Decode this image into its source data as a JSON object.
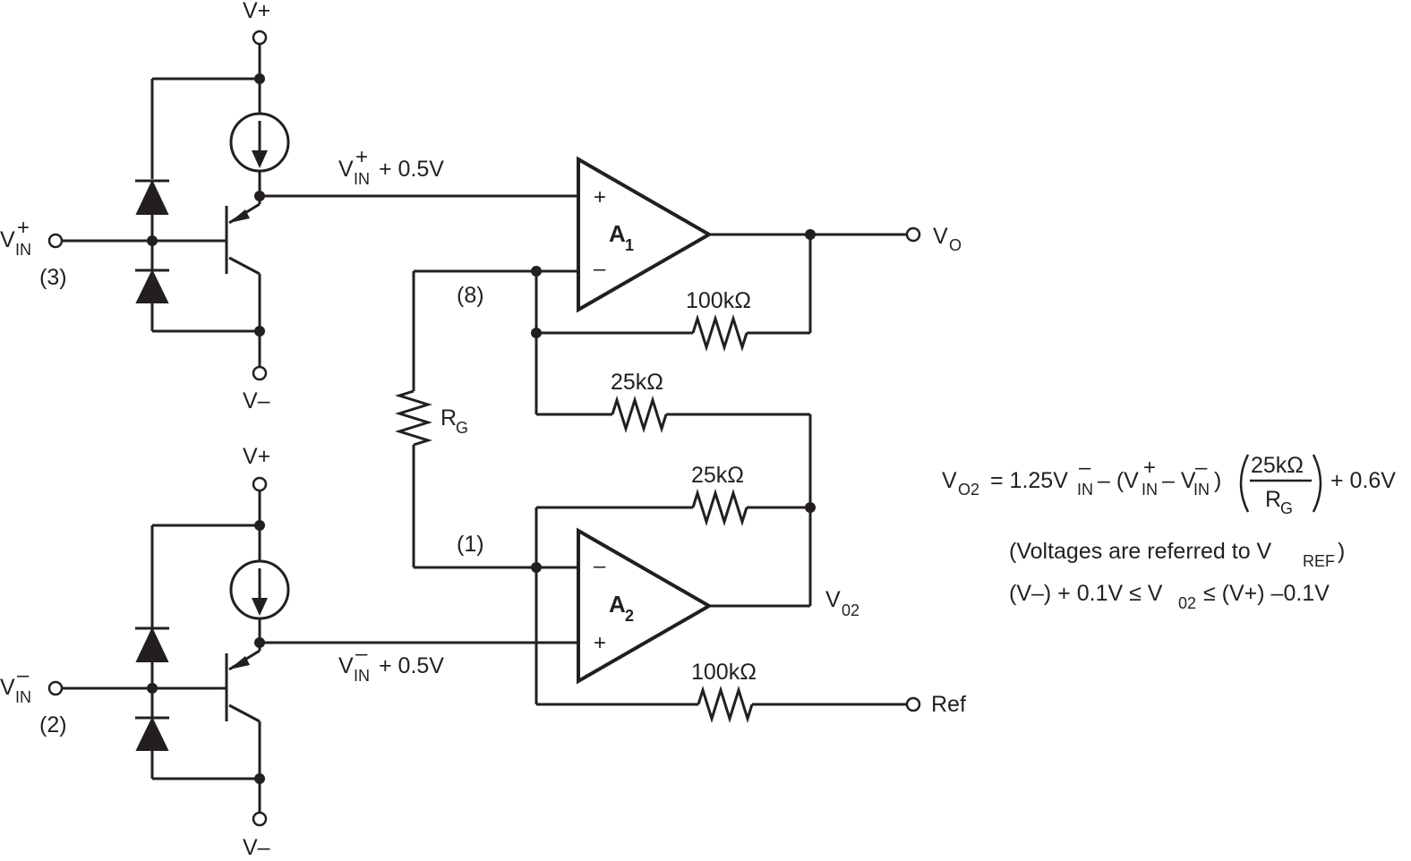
{
  "supply": {
    "vpos": "V+",
    "vneg": "V–"
  },
  "inputs": {
    "vin": "V",
    "in_sub": "IN",
    "plus_sign": "+",
    "minus_sign": "–",
    "pin3": "(3)",
    "pin2": "(2)"
  },
  "nodes": {
    "offset": "+ 0.5V",
    "pin8": "(8)",
    "pin1": "(1)"
  },
  "amplifiers": {
    "a1": "A",
    "a1_sub": "1",
    "a2": "A",
    "a2_sub": "2",
    "plus": "+",
    "minus": "–"
  },
  "resistors": {
    "r100k_top": "100kΩ",
    "r25k_mid": "25kΩ",
    "r25k_low": "25kΩ",
    "r100k_bot": "100kΩ",
    "rg": "R",
    "rg_sub": "G"
  },
  "outputs": {
    "vo": "V",
    "vo_sub": "O",
    "v02": "V",
    "v02_sub": "02",
    "ref": "Ref"
  },
  "equations": {
    "line1_a": "V",
    "line1_a_sub": "O2",
    "line1_b": "= 1.25V",
    "line1_b_sub": "IN",
    "line1_b_sup": "–",
    "line1_c": "– (V",
    "line1_c_sub": "IN",
    "line1_c_sup": "+",
    "line1_d": "– V",
    "line1_d_sub": "IN",
    "line1_d_sup": "–",
    "line1_e": ")",
    "frac_num": "25kΩ",
    "frac_den": "R",
    "frac_den_sub": "G",
    "line1_f": "+ 0.6V",
    "line2": "(Voltages are referred to V",
    "line2_sub": "REF",
    "line2_end": ")",
    "line3_a": "(V–) + 0.1V ≤ V",
    "line3_sub": "02",
    "line3_b": "≤ (V+) –0.1V"
  }
}
